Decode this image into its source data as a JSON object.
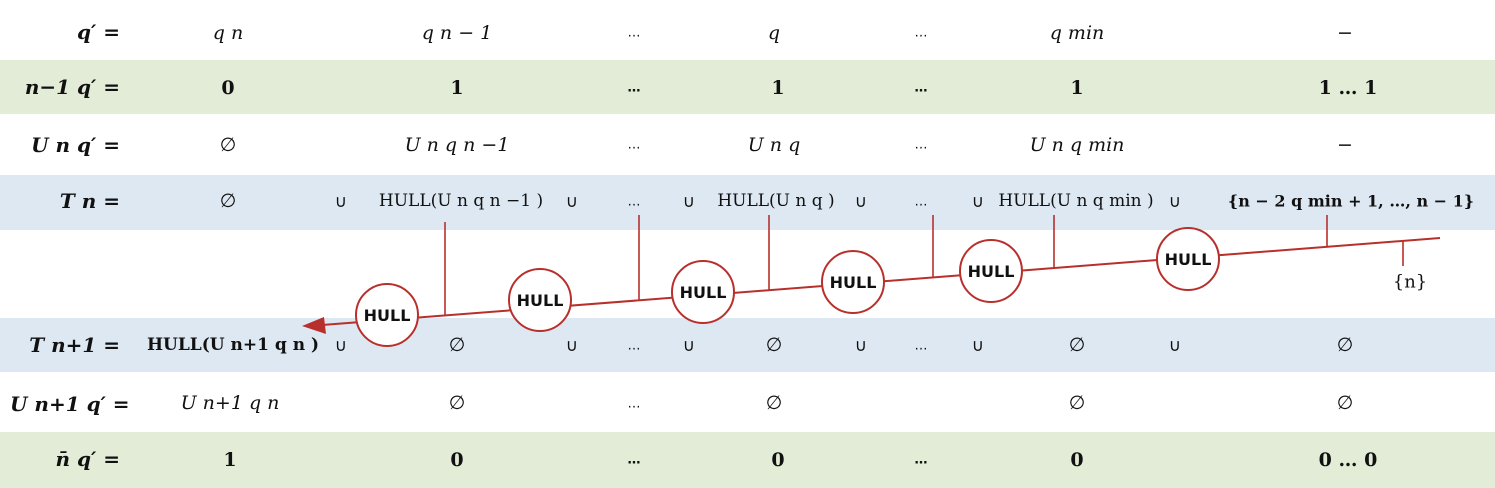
{
  "colors": {
    "band_green": "#e2ecd7",
    "band_blue": "#dde8f2",
    "arrow_red": "#b8302c"
  },
  "labels": {
    "row1": "q′ =",
    "row2": "n−1 q′ =",
    "row3": "U n q′ =",
    "row4": "T n =",
    "row5": "T n+1 =",
    "row6": "U n+1 q′ =",
    "row7": "n̄ q′ ="
  },
  "row1": [
    "q n",
    "q n − 1",
    "…",
    "q",
    "…",
    "q min",
    "−"
  ],
  "row2": [
    "0",
    "1",
    "…",
    "1",
    "…",
    "1",
    "1 … 1"
  ],
  "row3": [
    "∅",
    "U n q n −1",
    "…",
    "U n q",
    "…",
    "U n q min",
    "−"
  ],
  "row4": [
    "∅",
    "∪",
    "HULL(U n q n −1 )",
    "∪",
    "…",
    "∪",
    "HULL(U n q )",
    "∪",
    "…",
    "∪",
    "HULL(U n q min )",
    "∪",
    "{n − 2 q min + 1, …, n − 1}"
  ],
  "row5": [
    "HULL(U n+1 q n )",
    "∪",
    "∅",
    "∪",
    "…",
    "∪",
    "∅",
    "∪",
    "…",
    "∪",
    "∅",
    "∪",
    "∅"
  ],
  "row6": [
    "U n+1 q n",
    "∅",
    "…",
    "∅",
    "∅",
    "∅"
  ],
  "row7": [
    "1",
    "0",
    "…",
    "0",
    "…",
    "0",
    "0 … 0"
  ],
  "hull_label": "HULL",
  "extra_set": "{n}"
}
